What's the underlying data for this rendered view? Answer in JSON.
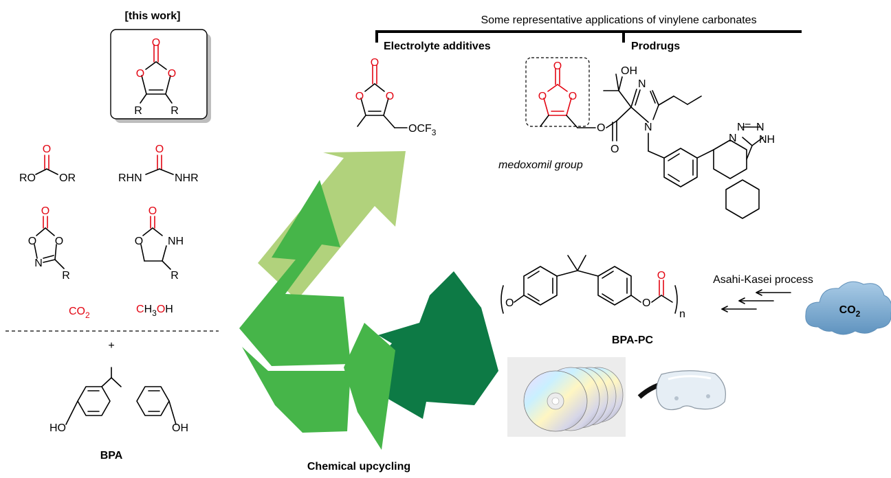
{
  "this_work": "[this work]",
  "vc_sub_r1": "R",
  "vc_sub_r2": "R",
  "carbonate_ro_left": "RO",
  "carbonate_ro_right": "OR",
  "urea_left": "RHN",
  "urea_right": "NHR",
  "oxadiazolone_r": "R",
  "oxazolidinone_nh": "NH",
  "oxazolidinone_r": "R",
  "co2_left": "CO",
  "co2_sub": "2",
  "methanol_c": "C",
  "methanol_h3": "H",
  "methanol_sub": "3",
  "methanol_o": "O",
  "methanol_h": "H",
  "plus": "+",
  "bpa_ho_left": "HO",
  "bpa_oh_right": "OH",
  "bpa_label": "BPA",
  "center_title": "Chemical upcycling",
  "applications_title": "Some representative applications of vinylene carbonates",
  "electrolyte_label": "Electrolyte additives",
  "prodrugs_label": "Prodrugs",
  "ocf3": "OCF",
  "ocf3_sub": "3",
  "oh_label": "OH",
  "medoxomil_label": "medoxomil group",
  "tetrazole_nh": "NH",
  "bpapc_label": "BPA-PC",
  "polymer_n": "n",
  "asahi_label": "Asahi-Kasei process",
  "cloud_co": "CO",
  "cloud_sub": "2",
  "colors": {
    "red": "#e30613",
    "green_light": "#b1d27c",
    "green_mid": "#46b549",
    "green_dark": "#0d7a45",
    "cloud": "#7aa9cf"
  }
}
